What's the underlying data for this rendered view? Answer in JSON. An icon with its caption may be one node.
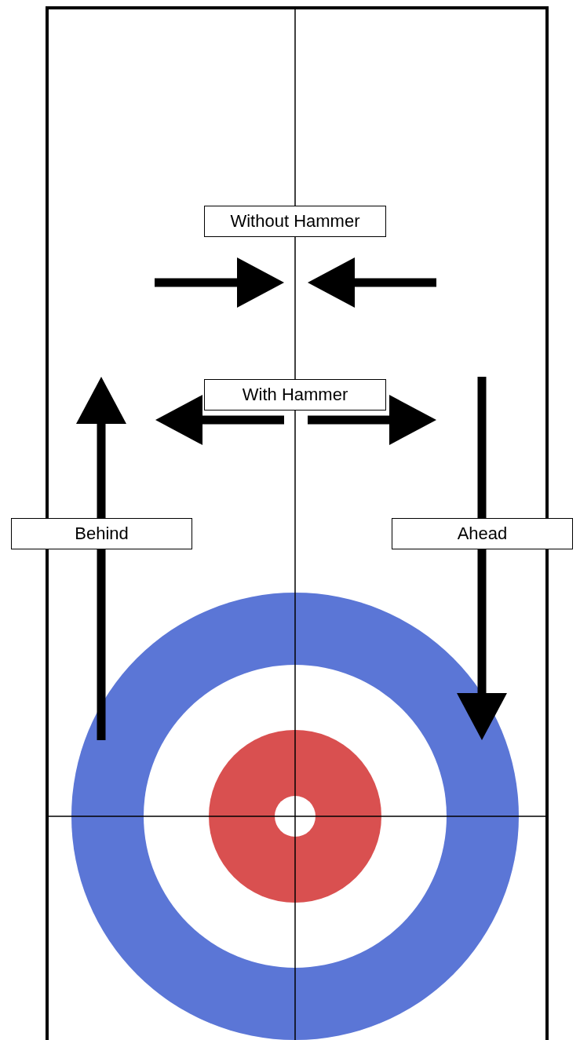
{
  "diagram": {
    "nodes": [
      {
        "text": [
          "Without Hammer"
        ]
      },
      {
        "text": [
          "With Hammer"
        ]
      },
      {
        "text": [
          "Behind"
        ]
      },
      {
        "text": [
          "Ahead"
        ]
      }
    ]
  }
}
